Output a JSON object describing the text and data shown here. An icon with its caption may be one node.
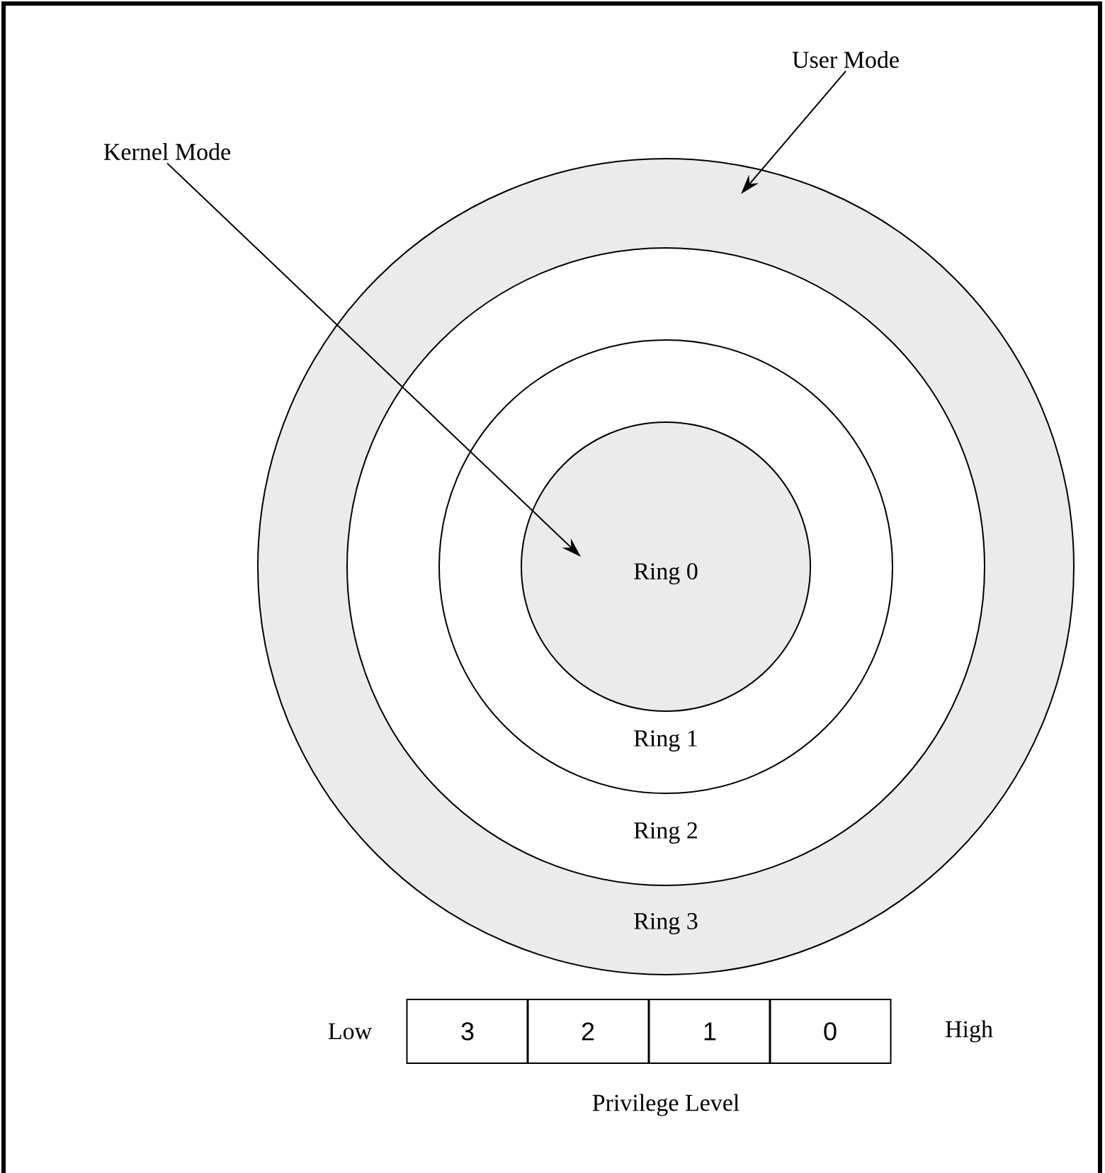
{
  "diagram": {
    "nodes": [
      {
        "text": [
          "Ring 3"
        ]
      },
      {
        "text": [
          "Ring 2"
        ],
        "in": 0
      },
      {
        "text": [
          "Ring 1"
        ],
        "in": 1
      },
      {
        "text": [
          "Ring 0"
        ],
        "in": 2
      },
      {
        "text": [
          "Kernel Mode"
        ]
      },
      {
        "text": [
          "User Mode"
        ]
      },
      {
        "text": [
          "3"
        ]
      },
      {
        "text": [
          "2"
        ]
      },
      {
        "text": [
          "1"
        ]
      },
      {
        "text": [
          "0"
        ]
      }
    ],
    "edges": [
      {
        "from": 4,
        "to": 3,
        "arrow": "to"
      },
      {
        "from": 5,
        "to": 0,
        "arrow": "to"
      }
    ],
    "labels": [
      "Low",
      "High",
      "Privilege Level"
    ]
  }
}
